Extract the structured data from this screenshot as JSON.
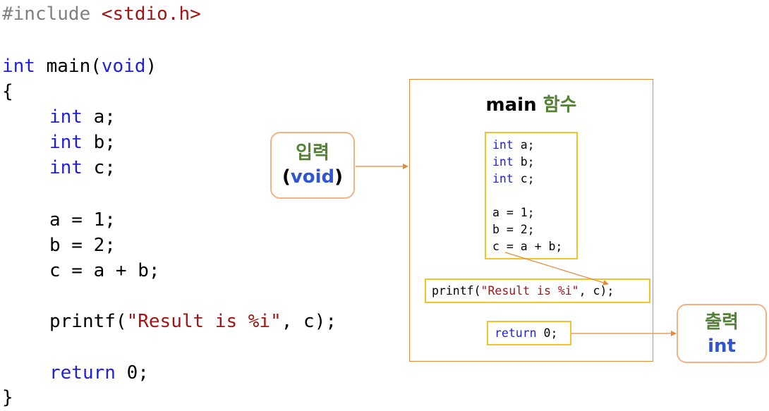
{
  "code": {
    "include_directive": "#include",
    "include_header": "<stdio.h>",
    "main_type": "int",
    "main_name": " main(",
    "main_param": "void",
    "main_close": ")",
    "brace_open": "{",
    "decl_type": "int",
    "decl_a": " a;",
    "decl_b": " b;",
    "decl_c": " c;",
    "assign_a": "a = 1;",
    "assign_b": "b = 2;",
    "assign_c": "c = a + b;",
    "printf_call": "printf(",
    "printf_string": "\"Result is %i\"",
    "printf_rest": ", c);",
    "return_kw": "return",
    "return_rest": " 0;",
    "brace_close": "}"
  },
  "diagram": {
    "main_title_word": "main",
    "main_title_korean": "함수",
    "input_label": "입력",
    "input_open": "(",
    "input_type": "void",
    "input_close": ")",
    "output_label": "출력",
    "output_type": "int",
    "inner": {
      "decl_type": "int",
      "decl_a": " a;",
      "decl_b": " b;",
      "decl_c": " c;",
      "assign_a": "a = 1;",
      "assign_b": "b = 2;",
      "assign_c": "c = a + b;",
      "printf_call": "printf(",
      "printf_string": "\"Result is %i\"",
      "printf_rest": ", c);",
      "return_kw": "return",
      "return_rest": " 0;"
    }
  },
  "colors": {
    "keyword": "#1f1fe0",
    "string": "#a31515",
    "preprocessor": "#808080",
    "box_border": "#e58a3a",
    "inner_border": "#f2c32a",
    "pill_border": "#f4b183",
    "korean_label": "#548235",
    "type_label": "#2f55d4"
  }
}
